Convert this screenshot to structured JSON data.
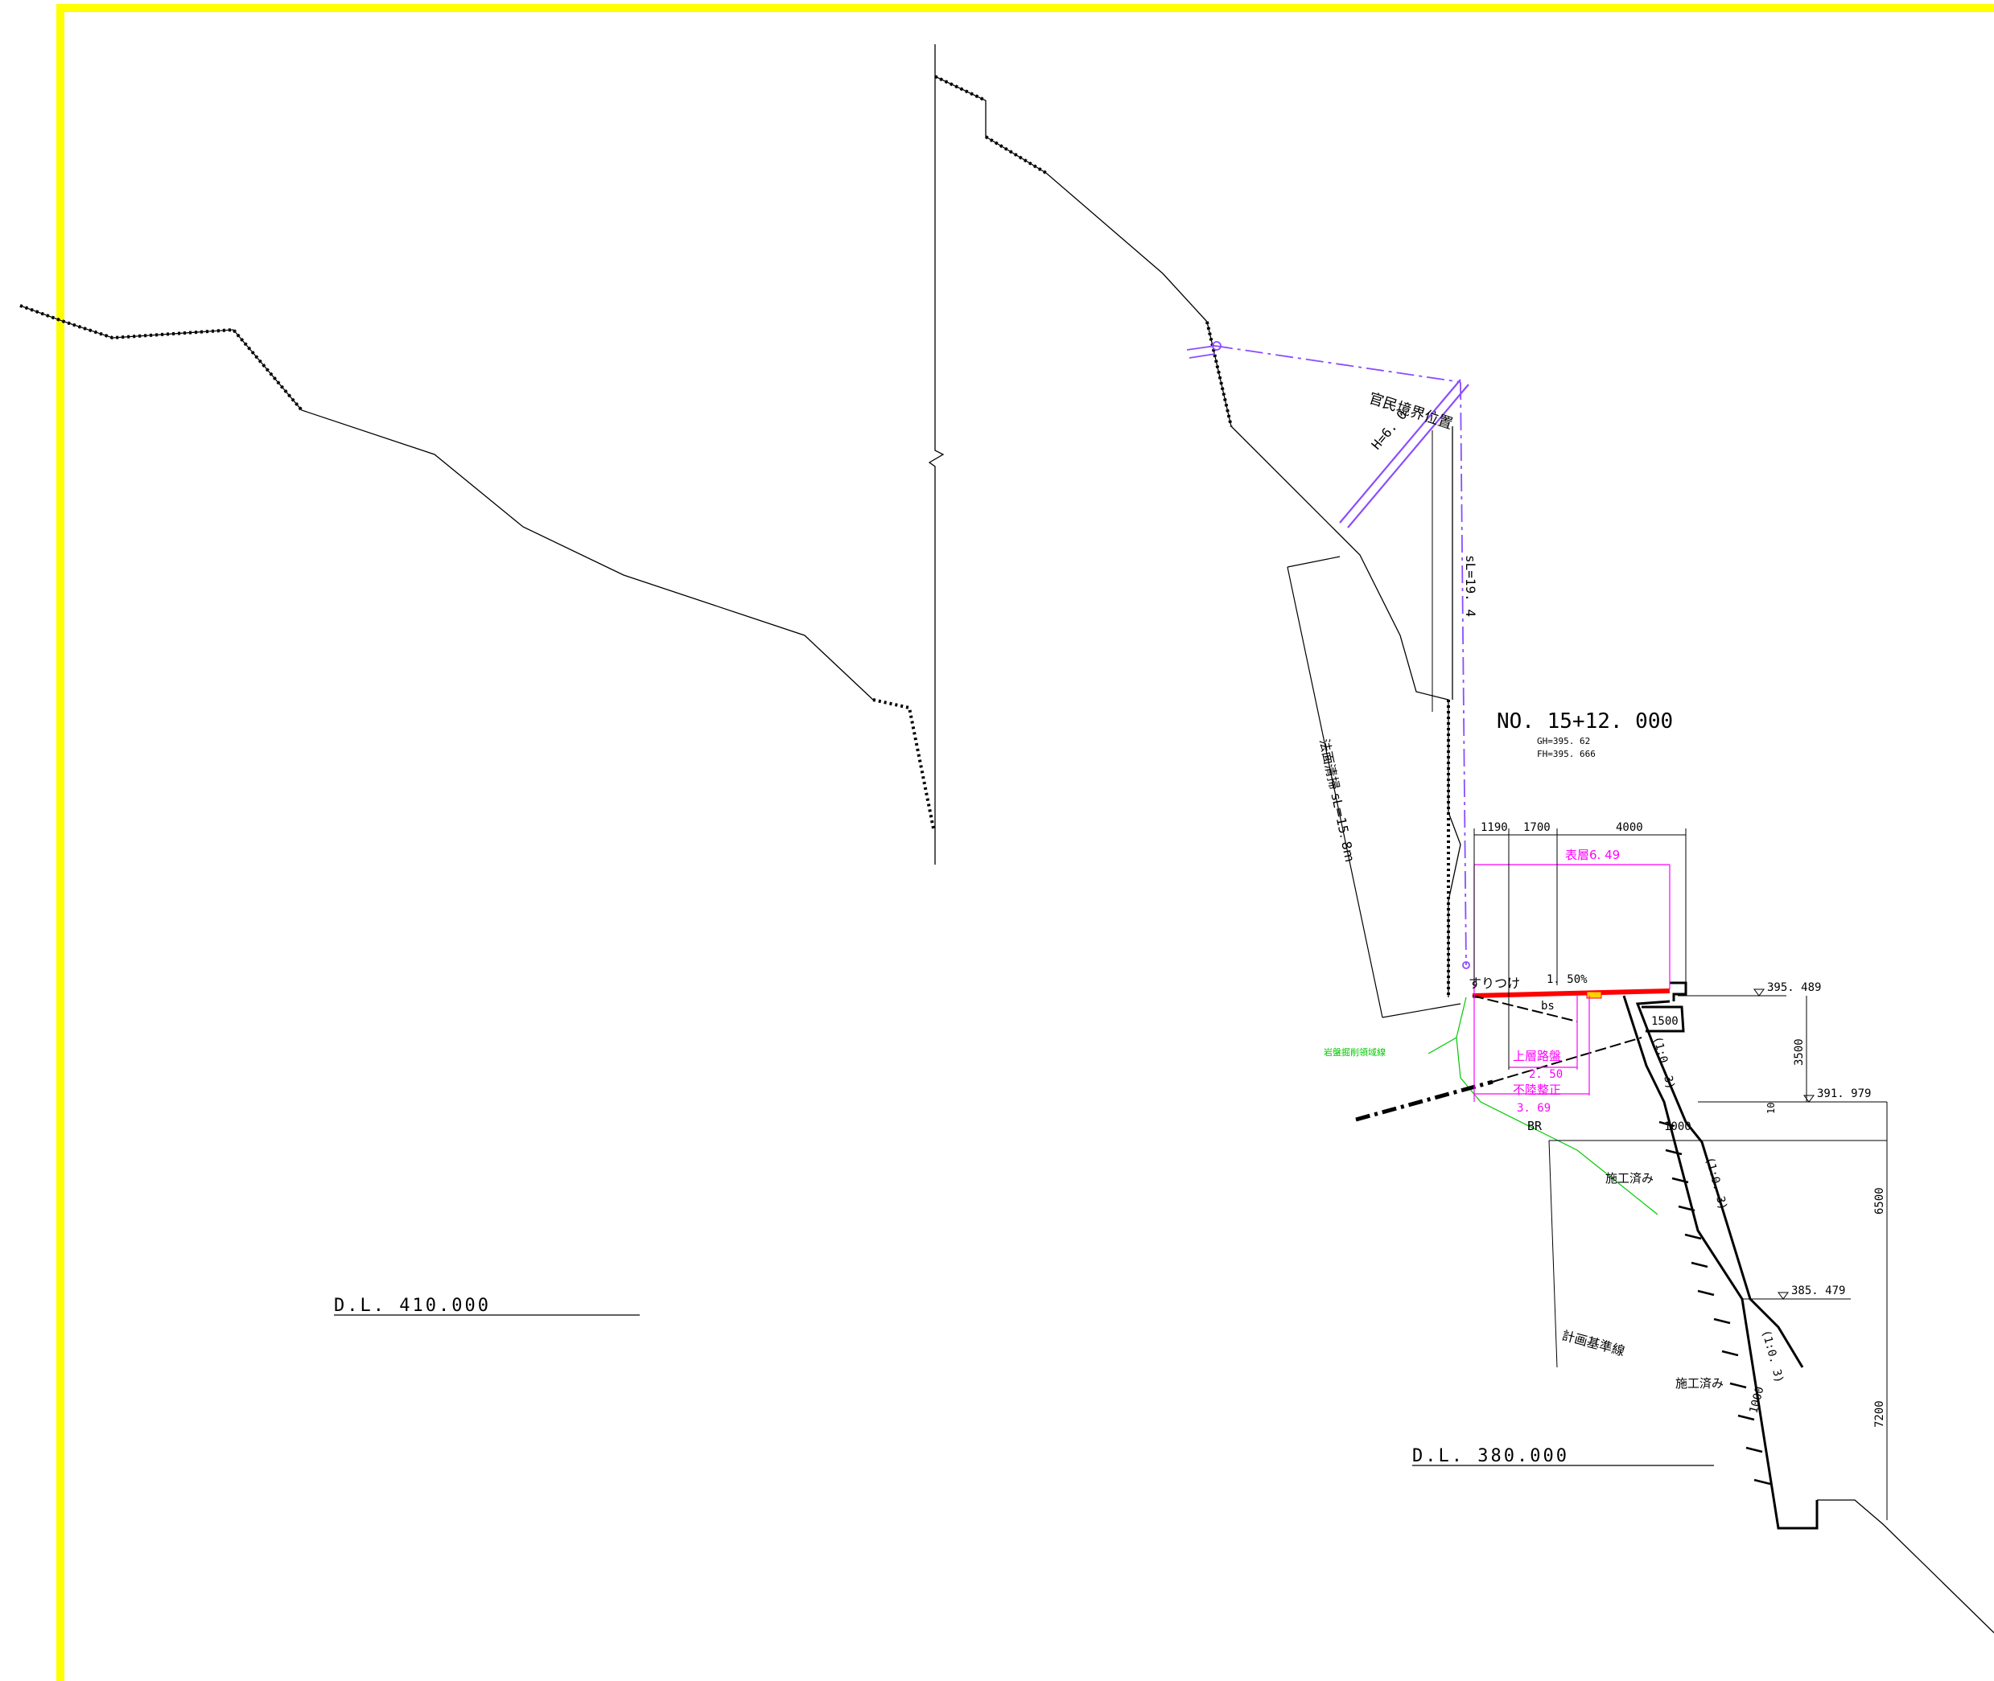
{
  "colors": {
    "frame": "#ffff00",
    "line": "#000000",
    "boundary": "#8a4dff",
    "dimension_pink": "#ff00ff",
    "pavement": "#ff0000",
    "green_line": "#00c800"
  },
  "station": {
    "title": "NO. 15+12. 000",
    "gh": "GH=395. 62",
    "fh": "FH=395. 666"
  },
  "datum": {
    "upper": "D.L. 410.000",
    "lower": "D.L. 380.000"
  },
  "labels": {
    "boundary_position": "官民境界位置",
    "h_value": "H=6. 0",
    "sl_long": "sL=19. 4",
    "slope_clean": "法面清掃 sL=15. 8m",
    "suritsuke": "すりつけ",
    "slope_pct": "1. 50%",
    "bs": "bs",
    "br": "BR",
    "rock_excavation": "岩盤掘削領域線",
    "construction_done_1": "施工済み",
    "construction_done_2": "施工済み",
    "plan_reference": "計画基準線",
    "surface_layer": "表層6. 49",
    "upper_subbase": "上層路盤",
    "upper_subbase_val": "2. 50",
    "unevenness": "不陸整正",
    "unevenness_val": "3. 69"
  },
  "dimensions": {
    "d1190": "1190",
    "d1700": "1700",
    "d4000": "4000",
    "d1500": "1500",
    "d3500": "3500",
    "d10": "10",
    "d6500": "6500",
    "d7200": "7200",
    "d1000a": "1000",
    "d1000b": "1000",
    "slope_a": "(1:0. 3)",
    "slope_b": "(1:0. 3)",
    "slope_c": "(1:0. 3)"
  },
  "elevations": {
    "e1": "395. 489",
    "e2": "391. 979",
    "e3": "385. 479"
  }
}
